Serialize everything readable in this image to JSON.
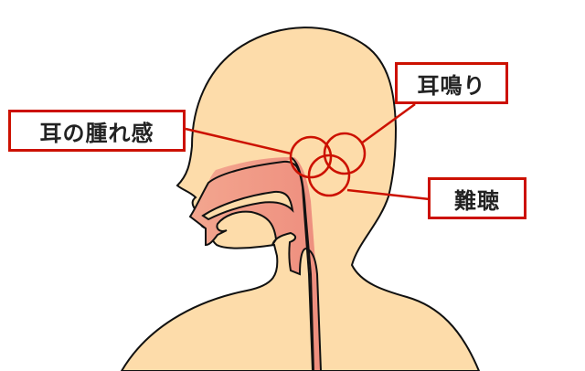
{
  "diagram": {
    "subject": "side-view head and upper body cross-section",
    "colors": {
      "skin": "#fddcaa",
      "airway": "#f19a87",
      "outline": "#111111",
      "callout": "#cc1100",
      "text": "#222222"
    },
    "labels": {
      "ear_fullness": "耳の腫れ感",
      "tinnitus": "耳鳴り",
      "hearing_loss": "難聴"
    }
  }
}
